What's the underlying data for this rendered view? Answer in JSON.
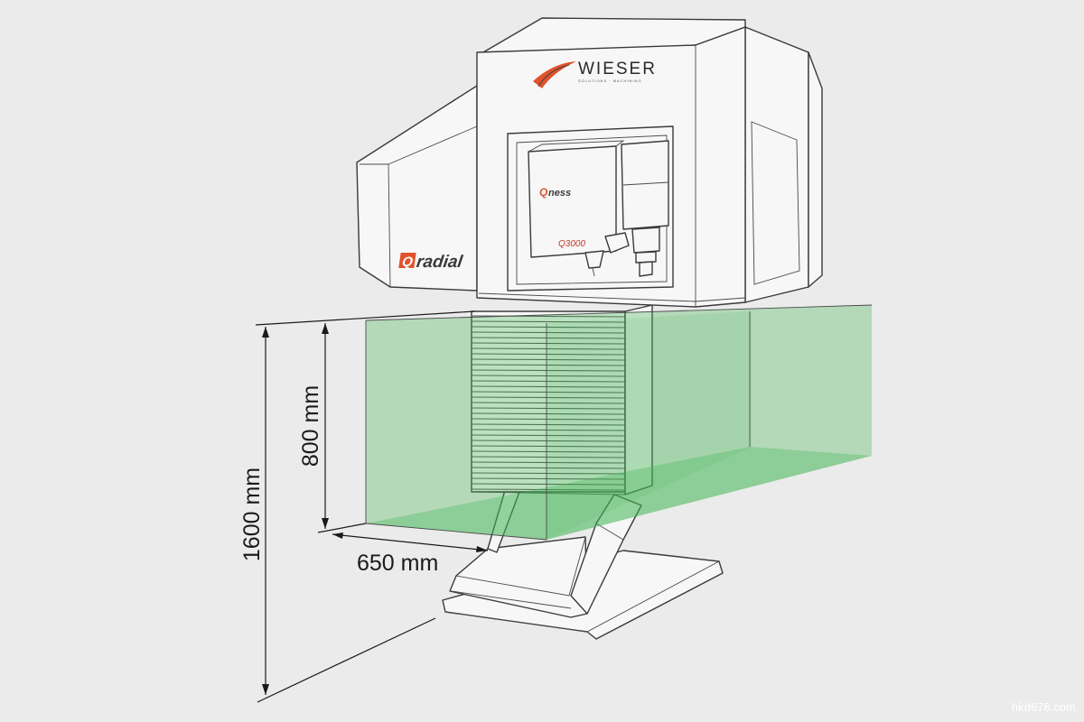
{
  "machine": {
    "brand": "WIESER",
    "tagline": "SOLUTIONS · MACHINING",
    "model_logo": "radial",
    "model_logo_prefix": "Q",
    "tester_logo": "ness",
    "tester_logo_prefix": "Q",
    "tester_model": "Q3000"
  },
  "dimensions": {
    "total_height": "1600 mm",
    "work_height": "800 mm",
    "work_depth": "650 mm"
  },
  "colors": {
    "work_volume": "#3fb552",
    "brand_accent": "#e0522b",
    "background": "#ebebeb"
  },
  "watermark": "hkd678.com"
}
